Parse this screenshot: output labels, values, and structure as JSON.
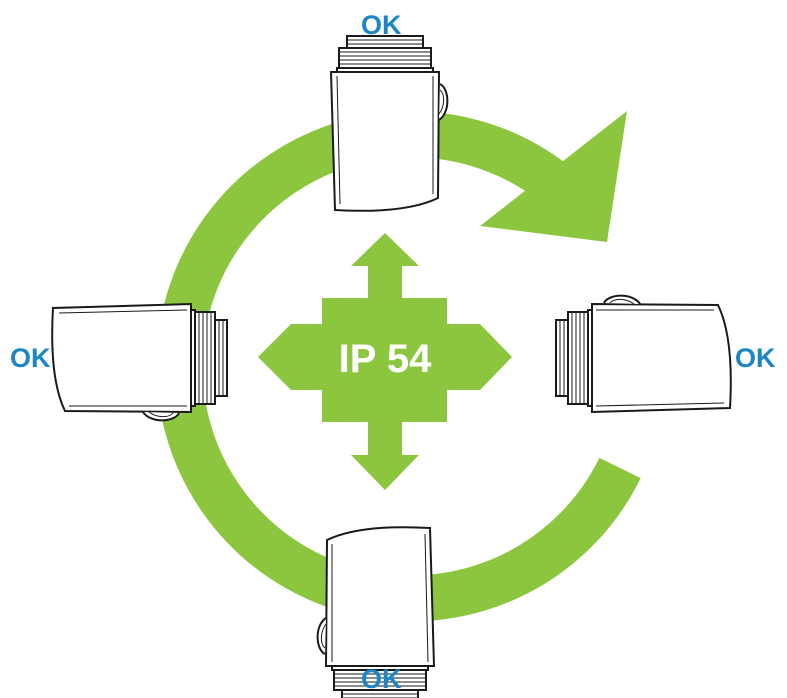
{
  "colors": {
    "ring": "#8cc63f",
    "label": "#1b85c5",
    "center_text": "#ffffff",
    "device_stroke": "#1a1a1a",
    "device_fill": "#ffffff"
  },
  "center": {
    "text": "IP 54",
    "icon": "four-direction-arrows-icon"
  },
  "rotation": {
    "icon": "clockwise-arrow-icon"
  },
  "orientations": {
    "top": {
      "label": "OK",
      "icon": "sensor-device-icon"
    },
    "right": {
      "label": "OK",
      "icon": "sensor-device-icon"
    },
    "bottom": {
      "label": "OK",
      "icon": "sensor-device-icon"
    },
    "left": {
      "label": "OK",
      "icon": "sensor-device-icon"
    }
  }
}
